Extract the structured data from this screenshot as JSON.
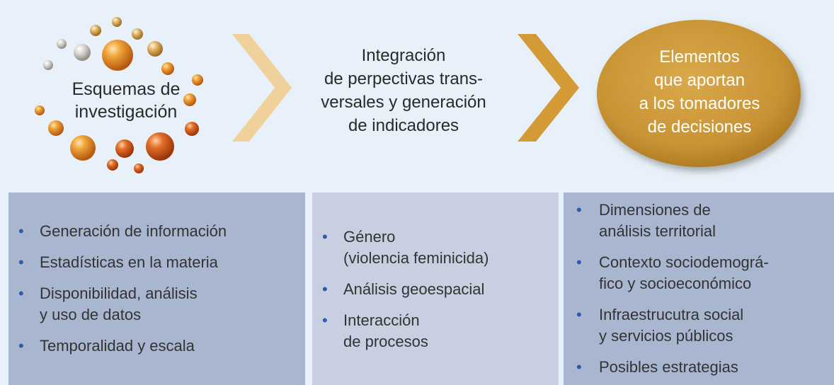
{
  "steps": {
    "step1": "Esquemas de\ninvestigación",
    "step2": "Integración\nde perpectivas trans-\nversales y generación\nde indicadores",
    "step3": "Elementos\nque aportan\na los tomadores\nde decisiones"
  },
  "bullet": "•",
  "panels": {
    "a": [
      "Generación de información",
      "Estadísticas en la materia",
      "Disponibilidad, análisis\ny uso de datos",
      "Temporalidad y escala"
    ],
    "b": [
      "Género\n(violencia feminicida)",
      "Análisis geoespacial",
      "Interacción\nde procesos"
    ],
    "c": [
      "Dimensiones de\nanálisis territorial",
      "Contexto sociodemográ-\nfico y socioeconómico",
      "Infraestrucutra social\ny servicios públicos",
      "Posibles estrategias"
    ]
  },
  "colors": {
    "background": "#e8f1f9",
    "arrow1": "#f0d19c",
    "arrow2": "#d39a35",
    "ellipse": "#c99334",
    "panel_dark": "#a9b6d0",
    "panel_light": "#c7cfe0",
    "bullet": "#2e5aa8"
  }
}
